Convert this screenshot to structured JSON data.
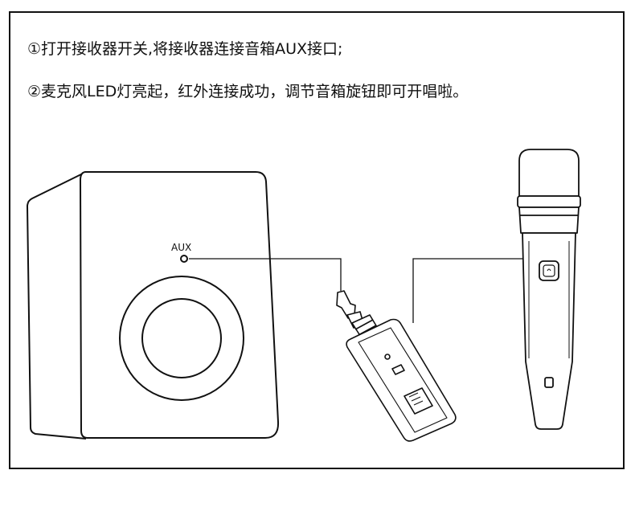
{
  "instructions": {
    "step1": "①打开接收器开关,将接收器连接音箱AUX接口;",
    "step2": "②麦克风LED灯亮起，红外连接成功，调节音箱旋钮即可开唱啦。"
  },
  "speaker": {
    "port_label": "AUX"
  }
}
